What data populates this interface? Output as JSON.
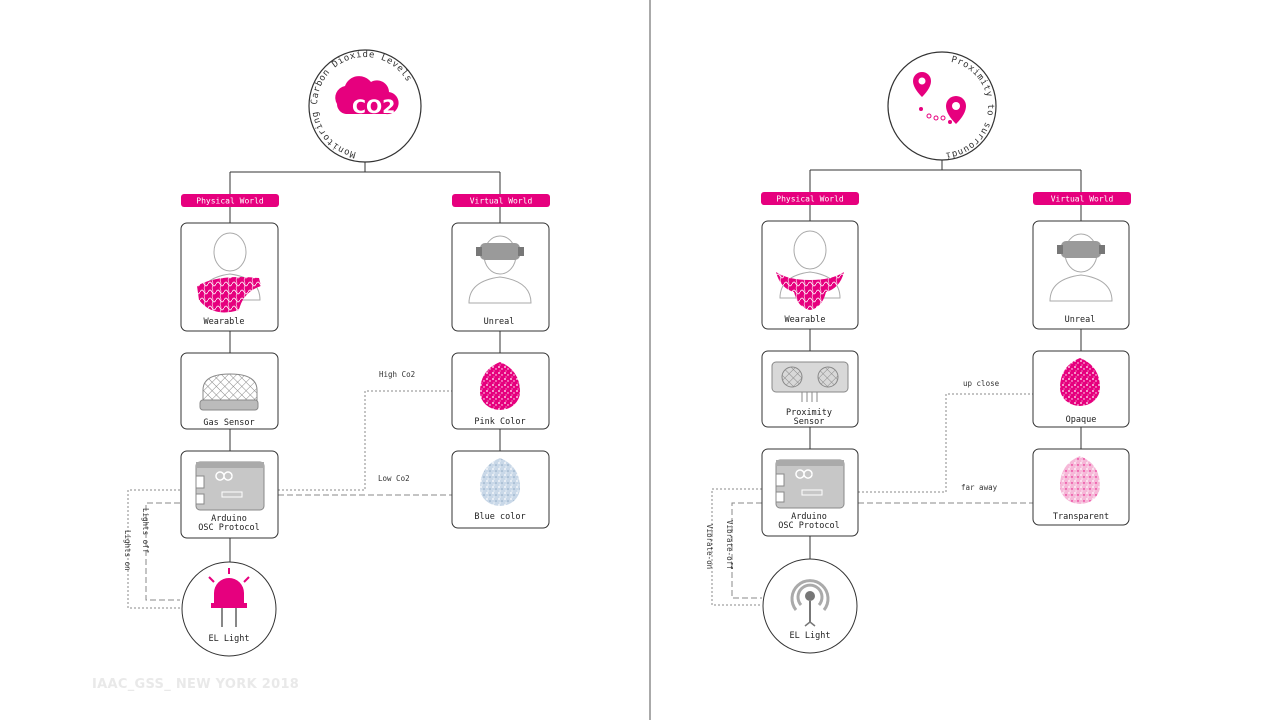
{
  "colors": {
    "accent": "#e6007e",
    "line": "#333333",
    "gray": "#9a9a9a"
  },
  "footer": "IAAC_GSS_ NEW YORK 2018",
  "left": {
    "topic": "Monitoring Carbon Dioxide Levels",
    "topic_icon": "co2-cloud-icon",
    "topic_icon_text": "CO2",
    "physical_tag": "Physical World",
    "virtual_tag": "Virtual World",
    "wearable": "Wearable",
    "sensor": "Gas Sensor",
    "arduino_line1": "Arduino",
    "arduino_line2": "OSC Protocol",
    "output": "EL Light",
    "unreal": "Unreal",
    "state_high": "Pink Color",
    "state_low": "Blue color",
    "edge_high": "High Co2",
    "edge_low": "Low Co2",
    "side_a": "Lights off",
    "side_b": "Lights on"
  },
  "right": {
    "topic": "Proximity to surrounding",
    "topic_icon": "location-pins-icon",
    "physical_tag": "Physical World",
    "virtual_tag": "Virtual World",
    "wearable": "Wearable",
    "sensor_line1": "Proximity",
    "sensor_line2": "Sensor",
    "arduino_line1": "Arduino",
    "arduino_line2": "OSC Protocol",
    "output": "EL Light",
    "unreal": "Unreal",
    "state_high": "Opaque",
    "state_low": "Transparent",
    "edge_high": "up close",
    "edge_low": "far away",
    "side_a": "Vibrate-off",
    "side_b": "Vibrate-on"
  }
}
